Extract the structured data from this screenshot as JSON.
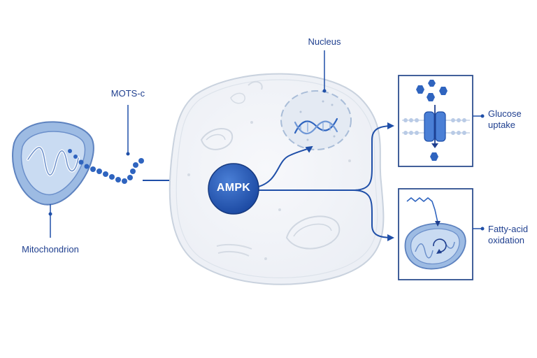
{
  "labels": {
    "mots_c": "MOTS-c",
    "mitochondrion": "Mitochondrion",
    "nucleus": "Nucleus",
    "ampk": "AMPK",
    "glucose_line1": "Glucose",
    "glucose_line2": "uptake",
    "fatty_line1": "Fatty-acid",
    "fatty_line2": "oxidation"
  },
  "colors": {
    "accent": "#1f4fa8",
    "dark_blue": "#1f3f8f",
    "light_blue": "#aac6ea",
    "cell_fill": "#f2f4f8",
    "outline": "#c9d2de"
  }
}
